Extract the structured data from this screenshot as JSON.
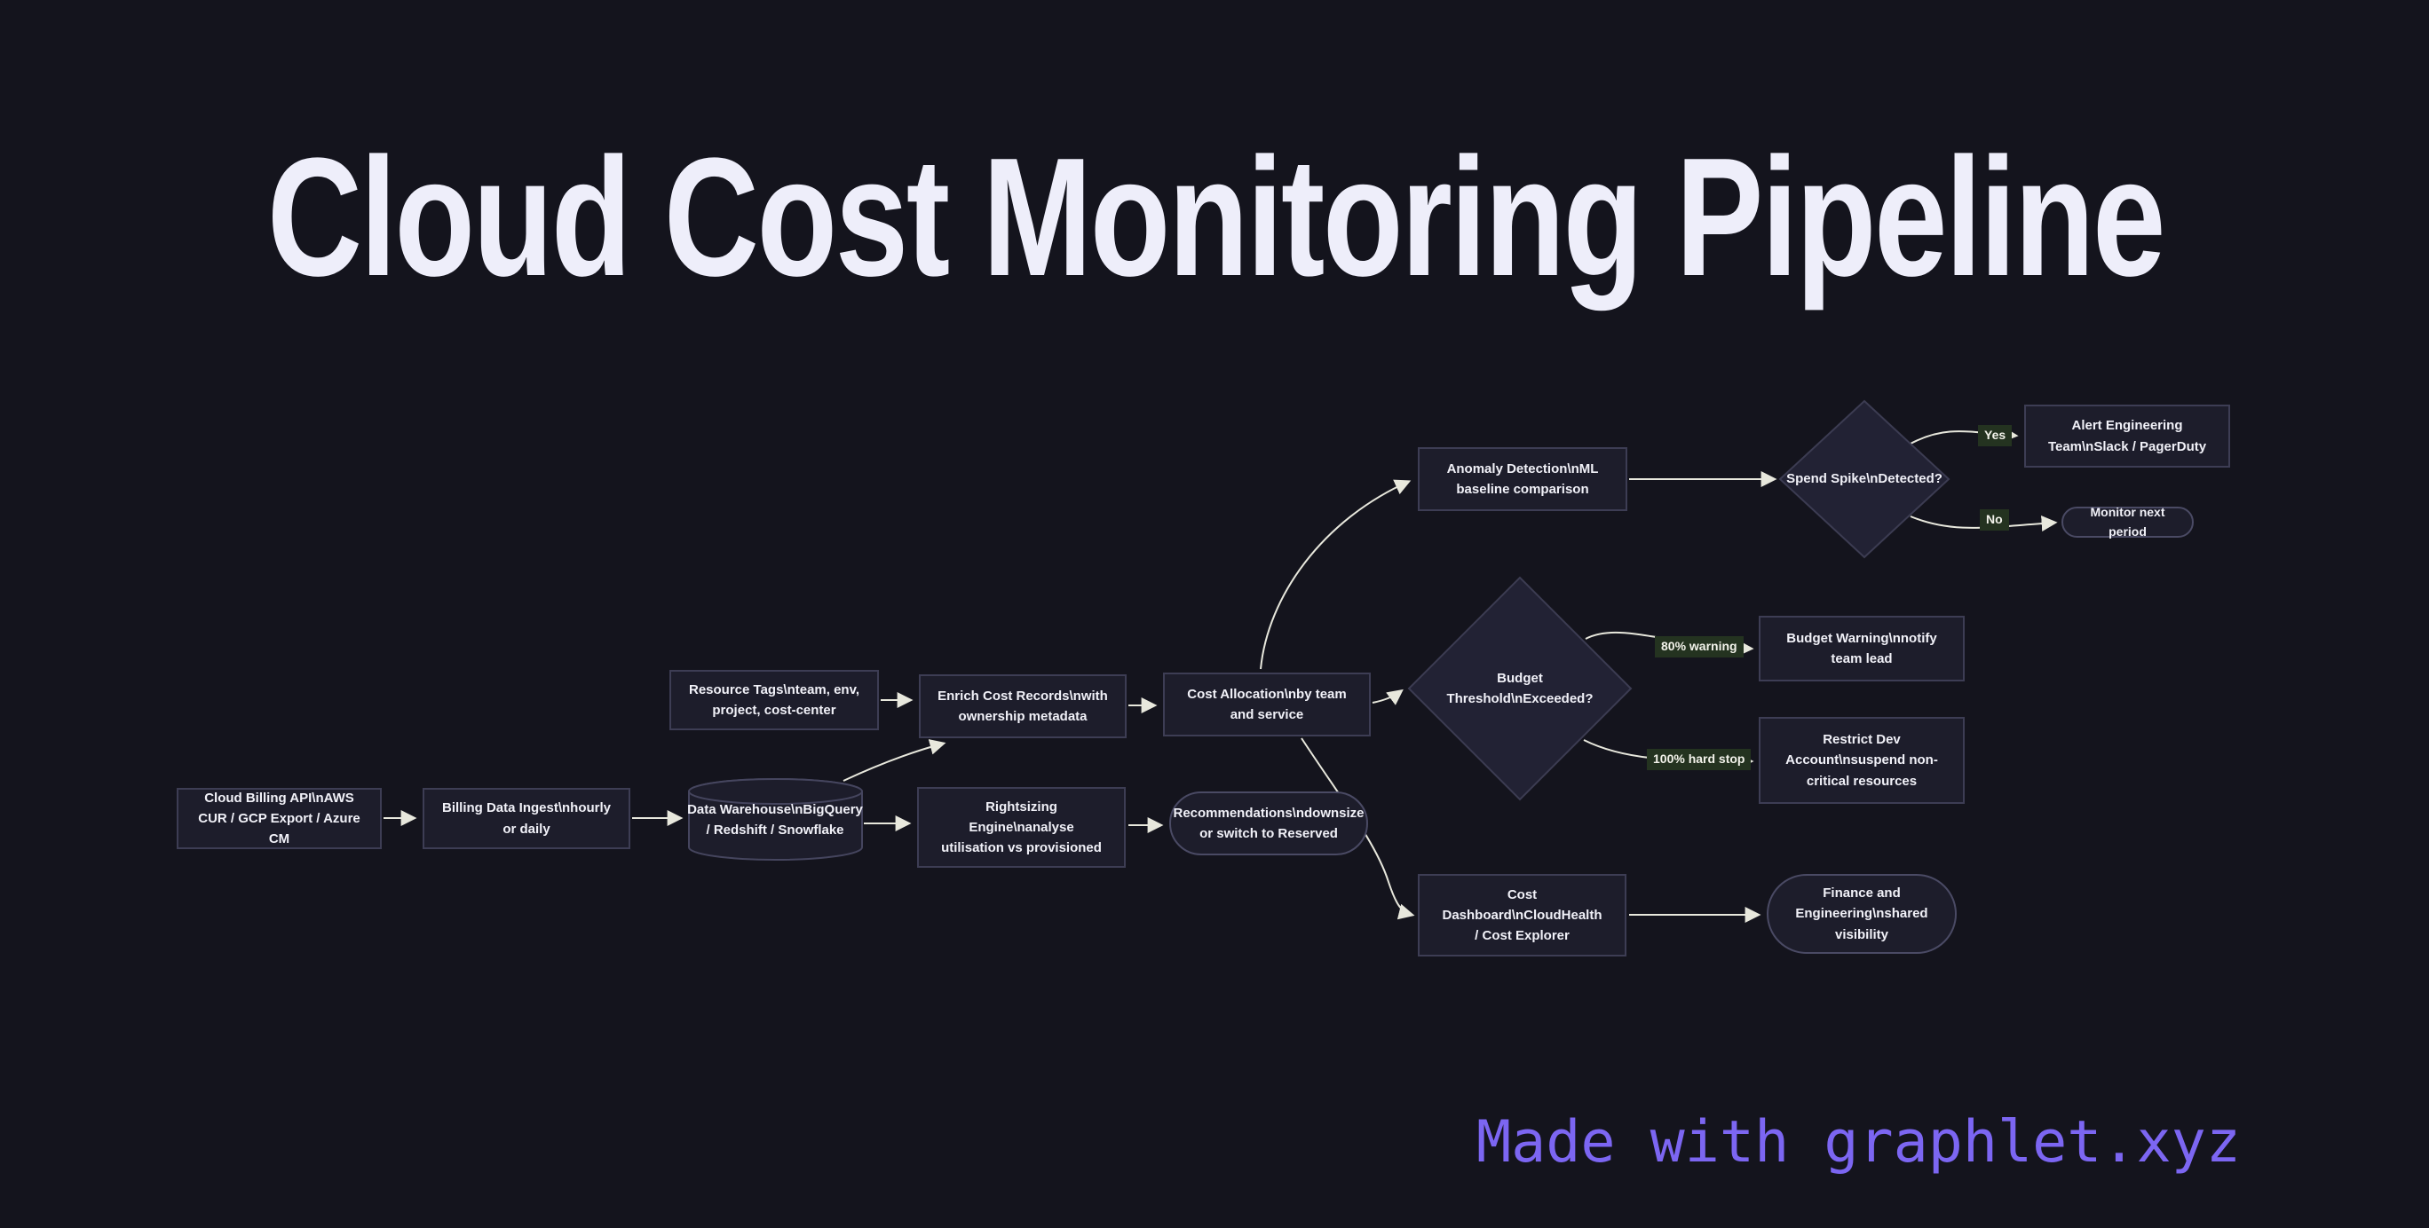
{
  "title": {
    "text": "Cloud Cost Monitoring Pipeline"
  },
  "footer": {
    "text": "Made with graphlet.xyz"
  },
  "colors": {
    "background": "#14141d",
    "title_text": "#eeeefa",
    "node_fill": "#1d1d2b",
    "node_border": "#3d3d54",
    "node_text": "#f1f1f8",
    "edge_line": "#e8e8dd",
    "edge_label_bg": "#243320",
    "edge_label_text": "#f2f2ea",
    "footer_text": "#7c66f2"
  },
  "nodes": {
    "cloud_billing": {
      "shape": "rect",
      "label": "Cloud Billing API\\nAWS CUR / GCP Export / Azure CM"
    },
    "billing_ingest": {
      "shape": "rect",
      "label": "Billing Data Ingest\\nhourly or daily"
    },
    "data_warehouse": {
      "shape": "cylinder",
      "label": "Data Warehouse\\nBigQuery / Redshift / Snowflake"
    },
    "resource_tags": {
      "shape": "rect",
      "label": "Resource Tags\\nteam, env, project, cost-center"
    },
    "enrich": {
      "shape": "rect",
      "label": "Enrich Cost Records\\nwith ownership metadata"
    },
    "rightsizing": {
      "shape": "rect",
      "label": "Rightsizing Engine\\nanalyse utilisation vs provisioned"
    },
    "cost_allocation": {
      "shape": "rect",
      "label": "Cost Allocation\\nby team and service"
    },
    "recommendations": {
      "shape": "stadium",
      "label": "Recommendations\\ndownsize or switch to Reserved"
    },
    "anomaly": {
      "shape": "rect",
      "label": "Anomaly Detection\\nML baseline comparison"
    },
    "spend_spike": {
      "shape": "diamond",
      "label": "Spend Spike\\nDetected?"
    },
    "alert_engineering": {
      "shape": "rect",
      "label": "Alert Engineering Team\\nSlack / PagerDuty"
    },
    "monitor_next": {
      "shape": "stadium",
      "label": "Monitor next period"
    },
    "budget_threshold": {
      "shape": "diamond",
      "label": "Budget Threshold\\nExceeded?"
    },
    "budget_warning": {
      "shape": "rect",
      "label": "Budget Warning\\nnotify team lead"
    },
    "restrict_dev": {
      "shape": "rect",
      "label": "Restrict Dev Account\\nsuspend non-critical resources"
    },
    "cost_dashboard": {
      "shape": "rect",
      "label": "Cost Dashboard\\nCloudHealth / Cost Explorer"
    },
    "finance_eng": {
      "shape": "stadium",
      "label": "Finance and Engineering\\nshared visibility"
    }
  },
  "edges": [
    {
      "from": "cloud_billing",
      "to": "billing_ingest"
    },
    {
      "from": "billing_ingest",
      "to": "data_warehouse"
    },
    {
      "from": "data_warehouse",
      "to": "rightsizing"
    },
    {
      "from": "data_warehouse",
      "to": "enrich"
    },
    {
      "from": "resource_tags",
      "to": "enrich"
    },
    {
      "from": "enrich",
      "to": "cost_allocation"
    },
    {
      "from": "rightsizing",
      "to": "recommendations"
    },
    {
      "from": "cost_allocation",
      "to": "anomaly"
    },
    {
      "from": "cost_allocation",
      "to": "budget_threshold"
    },
    {
      "from": "cost_allocation",
      "to": "cost_dashboard"
    },
    {
      "from": "anomaly",
      "to": "spend_spike"
    },
    {
      "from": "spend_spike",
      "to": "alert_engineering",
      "label": "Yes"
    },
    {
      "from": "spend_spike",
      "to": "monitor_next",
      "label": "No"
    },
    {
      "from": "budget_threshold",
      "to": "budget_warning",
      "label": "80% warning"
    },
    {
      "from": "budget_threshold",
      "to": "restrict_dev",
      "label": "100% hard stop"
    },
    {
      "from": "cost_dashboard",
      "to": "finance_eng"
    }
  ]
}
